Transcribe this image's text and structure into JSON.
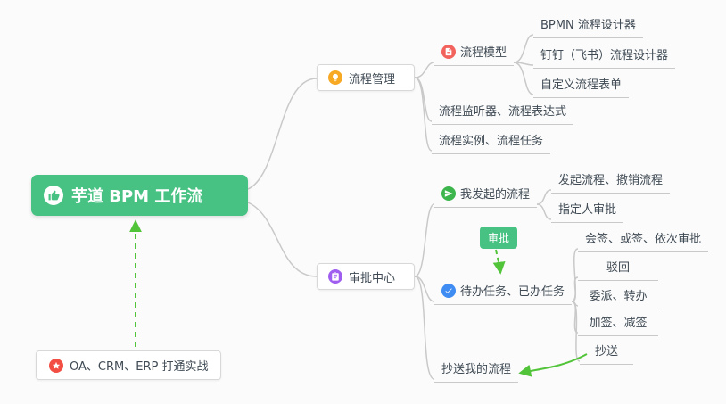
{
  "nodes": {
    "root": {
      "label": "芋道 BPM 工作流"
    },
    "process_mgmt": {
      "label": "流程管理"
    },
    "process_model": {
      "label": "流程模型"
    },
    "bpmn_designer": {
      "label": "BPMN 流程设计器"
    },
    "dingtalk_designer": {
      "label": "钉钉（飞书）流程设计器"
    },
    "custom_form": {
      "label": "自定义流程表单"
    },
    "listener_expr": {
      "label": "流程监听器、流程表达式"
    },
    "instance_task": {
      "label": "流程实例、流程任务"
    },
    "approval_center": {
      "label": "审批中心"
    },
    "my_initiated": {
      "label": "我发起的流程"
    },
    "initiate_cancel": {
      "label": "发起流程、撤销流程"
    },
    "assignee_approval": {
      "label": "指定人审批"
    },
    "approval_badge": {
      "label": "审批"
    },
    "todo_done": {
      "label": "待办任务、已办任务"
    },
    "countersign": {
      "label": "会签、或签、依次审批"
    },
    "reject": {
      "label": "驳回"
    },
    "delegate_transfer": {
      "label": "委派、转办"
    },
    "add_reduce_sign": {
      "label": "加签、减签"
    },
    "cc": {
      "label": "抄送"
    },
    "cc_my_process": {
      "label": "抄送我的流程"
    },
    "practice": {
      "label": "OA、CRM、ERP 打通实战"
    }
  },
  "icons": {
    "root": "thumbs-up-icon",
    "process_mgmt": "lightbulb-icon",
    "process_model": "document-icon",
    "approval_center": "clipboard-icon",
    "my_initiated": "send-icon",
    "todo_done": "check-icon",
    "practice": "star-icon"
  },
  "colors": {
    "root_bg": "#47c283",
    "badge_bg": "#47c283",
    "arrow_green": "#52c43a",
    "connector_gray": "#c9c9c9",
    "lightbulb_icon": "#f7a924",
    "document_icon": "#f2635e",
    "clipboard_icon": "#a05ef0",
    "send_icon": "#3cb54d",
    "check_icon": "#3f8cf2",
    "star_icon": "#f24e43"
  }
}
